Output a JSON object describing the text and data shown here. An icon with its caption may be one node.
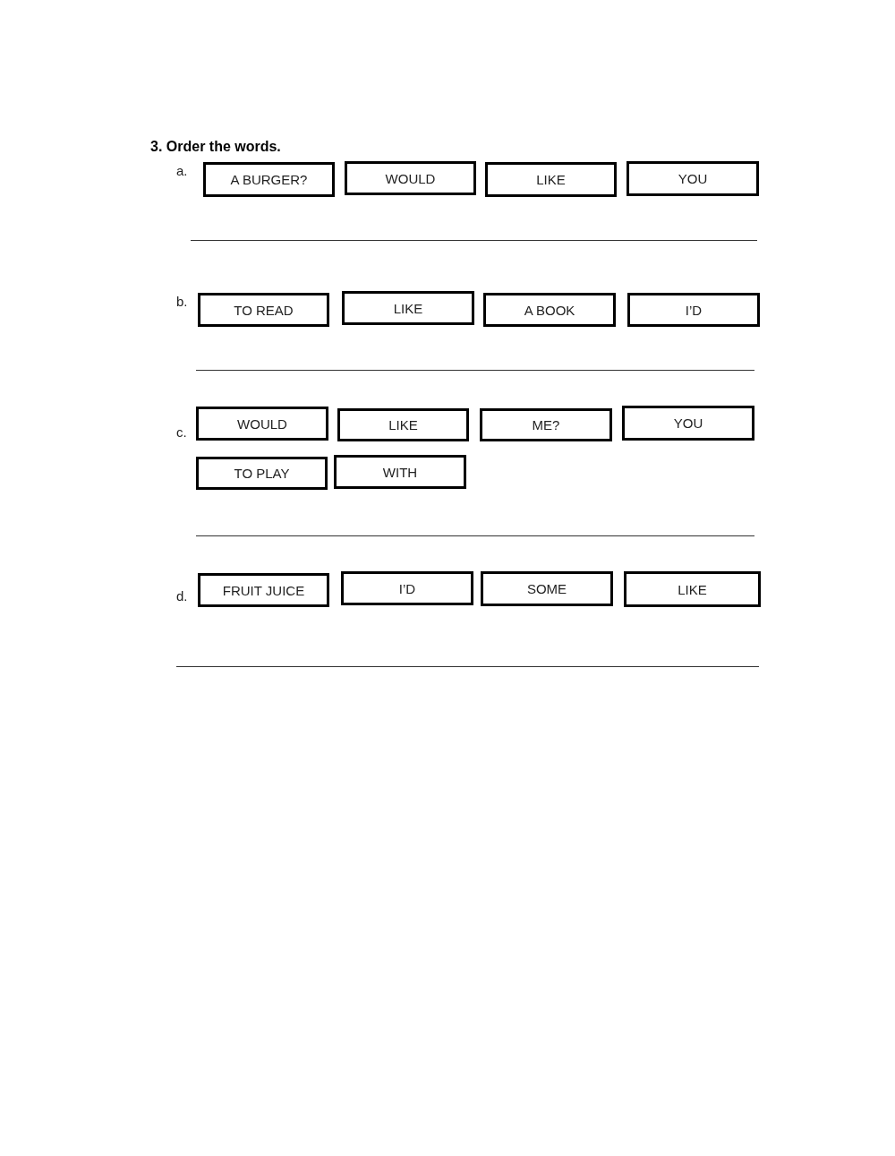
{
  "diagram": {
    "title": "3. Order the words.",
    "nodes": [
      {
        "text": [
          "A BURGER?"
        ]
      },
      {
        "text": [
          "WOULD"
        ]
      },
      {
        "text": [
          "LIKE"
        ]
      },
      {
        "text": [
          "YOU"
        ]
      },
      {
        "text": [
          "TO READ"
        ]
      },
      {
        "text": [
          "LIKE"
        ]
      },
      {
        "text": [
          "A BOOK"
        ]
      },
      {
        "text": [
          "I’D"
        ]
      },
      {
        "text": [
          "WOULD"
        ]
      },
      {
        "text": [
          "LIKE"
        ]
      },
      {
        "text": [
          "ME?"
        ]
      },
      {
        "text": [
          "YOU"
        ]
      },
      {
        "text": [
          "TO PLAY"
        ]
      },
      {
        "text": [
          "WITH"
        ]
      },
      {
        "text": [
          "FRUIT JUICE"
        ]
      },
      {
        "text": [
          "I’D"
        ]
      },
      {
        "text": [
          "SOME"
        ]
      },
      {
        "text": [
          "LIKE"
        ]
      }
    ],
    "edges": [],
    "labels": [
      "a.",
      "b.",
      "c.",
      "d."
    ]
  }
}
